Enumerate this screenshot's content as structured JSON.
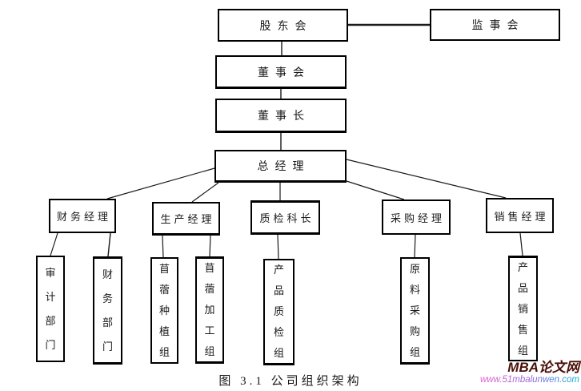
{
  "org_chart": {
    "nodes": {
      "shareholders": "股东会",
      "supervisors": "监事会",
      "board": "董事会",
      "chairman": "董事长",
      "general_manager": "总经理",
      "finance_manager": "财务经理",
      "production_manager": "生产经理",
      "quality_chief": "质检科长",
      "procurement_manager": "采购经理",
      "sales_manager": "销售经理",
      "audit_dept": "审计部门",
      "finance_dept": "财务部门",
      "alfalfa_planting": "苜蓿种植组",
      "alfalfa_processing": "苜蓿加工组",
      "product_quality": "产品质检组",
      "raw_material_purchasing": "原料采购组",
      "product_sales": "产品销售组"
    },
    "edges": [
      [
        "shareholders",
        "supervisors"
      ],
      [
        "shareholders",
        "board"
      ],
      [
        "board",
        "chairman"
      ],
      [
        "chairman",
        "general_manager"
      ],
      [
        "general_manager",
        "finance_manager"
      ],
      [
        "general_manager",
        "production_manager"
      ],
      [
        "general_manager",
        "quality_chief"
      ],
      [
        "general_manager",
        "procurement_manager"
      ],
      [
        "general_manager",
        "sales_manager"
      ],
      [
        "finance_manager",
        "audit_dept"
      ],
      [
        "finance_manager",
        "finance_dept"
      ],
      [
        "production_manager",
        "alfalfa_planting"
      ],
      [
        "production_manager",
        "alfalfa_processing"
      ],
      [
        "quality_chief",
        "product_quality"
      ],
      [
        "procurement_manager",
        "raw_material_purchasing"
      ],
      [
        "sales_manager",
        "product_sales"
      ]
    ]
  },
  "caption": "图 3.1 公司组织架构",
  "watermark": {
    "site_name": "MBA论文网",
    "site_url": "www.51mbalunwen.com"
  },
  "colors": {
    "line": "#1a1a1a",
    "box_border": "#000000",
    "watermark_name": "#4a1008",
    "watermark_url_gradient_start": "#e85bc8",
    "watermark_url_gradient_end": "#00b7d9"
  }
}
